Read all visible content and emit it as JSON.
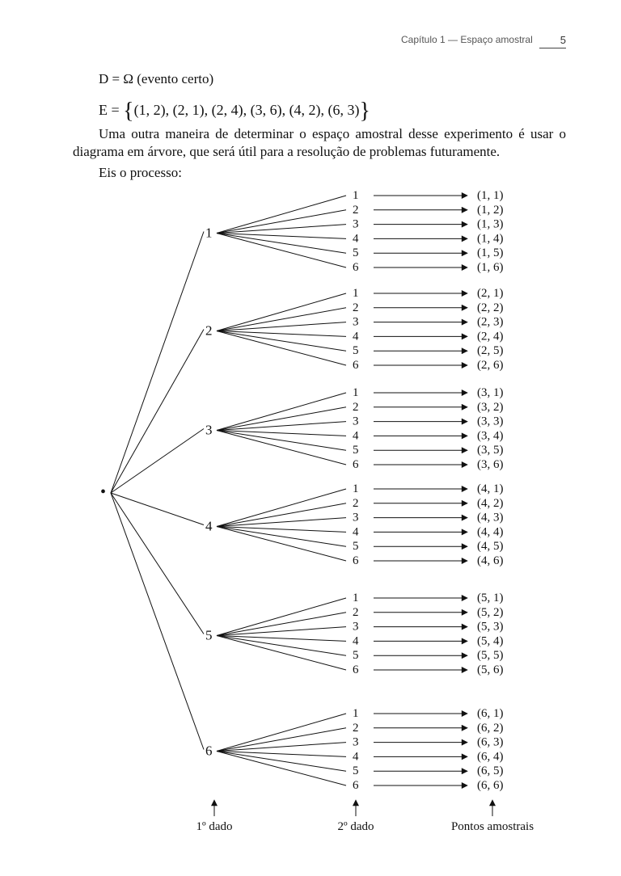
{
  "header": {
    "chapter": "Capítulo 1 — Espaço amostral",
    "page_number": "5"
  },
  "body": {
    "event_d": "D = Ω (evento certo)",
    "event_e_label": "E =",
    "event_e_brace_open": "{",
    "event_e_items": "(1, 2), (2, 1), (2, 4), (3, 6), (4, 2), (6, 3)",
    "event_e_brace_close": "}",
    "paragraph": "Uma outra maneira de determinar o espaço amostral desse experimento é usar o diagrama em árvore, que será útil para a resolução de problemas futuramente.",
    "lead": "Eis o processo:"
  },
  "tree": {
    "root_symbol": "•",
    "first_die": [
      {
        "label": "1",
        "second": [
          "1",
          "2",
          "3",
          "4",
          "5",
          "6"
        ],
        "outcomes": [
          "(1, 1)",
          "(1, 2)",
          "(1, 3)",
          "(1, 4)",
          "(1, 5)",
          "(1, 6)"
        ]
      },
      {
        "label": "2",
        "second": [
          "1",
          "2",
          "3",
          "4",
          "5",
          "6"
        ],
        "outcomes": [
          "(2, 1)",
          "(2, 2)",
          "(2, 3)",
          "(2, 4)",
          "(2, 5)",
          "(2, 6)"
        ]
      },
      {
        "label": "3",
        "second": [
          "1",
          "2",
          "3",
          "4",
          "5",
          "6"
        ],
        "outcomes": [
          "(3, 1)",
          "(3, 2)",
          "(3, 3)",
          "(3, 4)",
          "(3, 5)",
          "(3, 6)"
        ]
      },
      {
        "label": "4",
        "second": [
          "1",
          "2",
          "3",
          "4",
          "5",
          "6"
        ],
        "outcomes": [
          "(4, 1)",
          "(4, 2)",
          "(4, 3)",
          "(4, 4)",
          "(4, 5)",
          "(4, 6)"
        ]
      },
      {
        "label": "5",
        "second": [
          "1",
          "2",
          "3",
          "4",
          "5",
          "6"
        ],
        "outcomes": [
          "(5, 1)",
          "(5, 2)",
          "(5, 3)",
          "(5, 4)",
          "(5, 5)",
          "(5, 6)"
        ]
      },
      {
        "label": "6",
        "second": [
          "1",
          "2",
          "3",
          "4",
          "5",
          "6"
        ],
        "outcomes": [
          "(6, 1)",
          "(6, 2)",
          "(6, 3)",
          "(6, 4)",
          "(6, 5)",
          "(6, 6)"
        ]
      }
    ],
    "captions": {
      "first": "1º dado",
      "second": "2º dado",
      "outcomes": "Pontos amostrais"
    }
  }
}
